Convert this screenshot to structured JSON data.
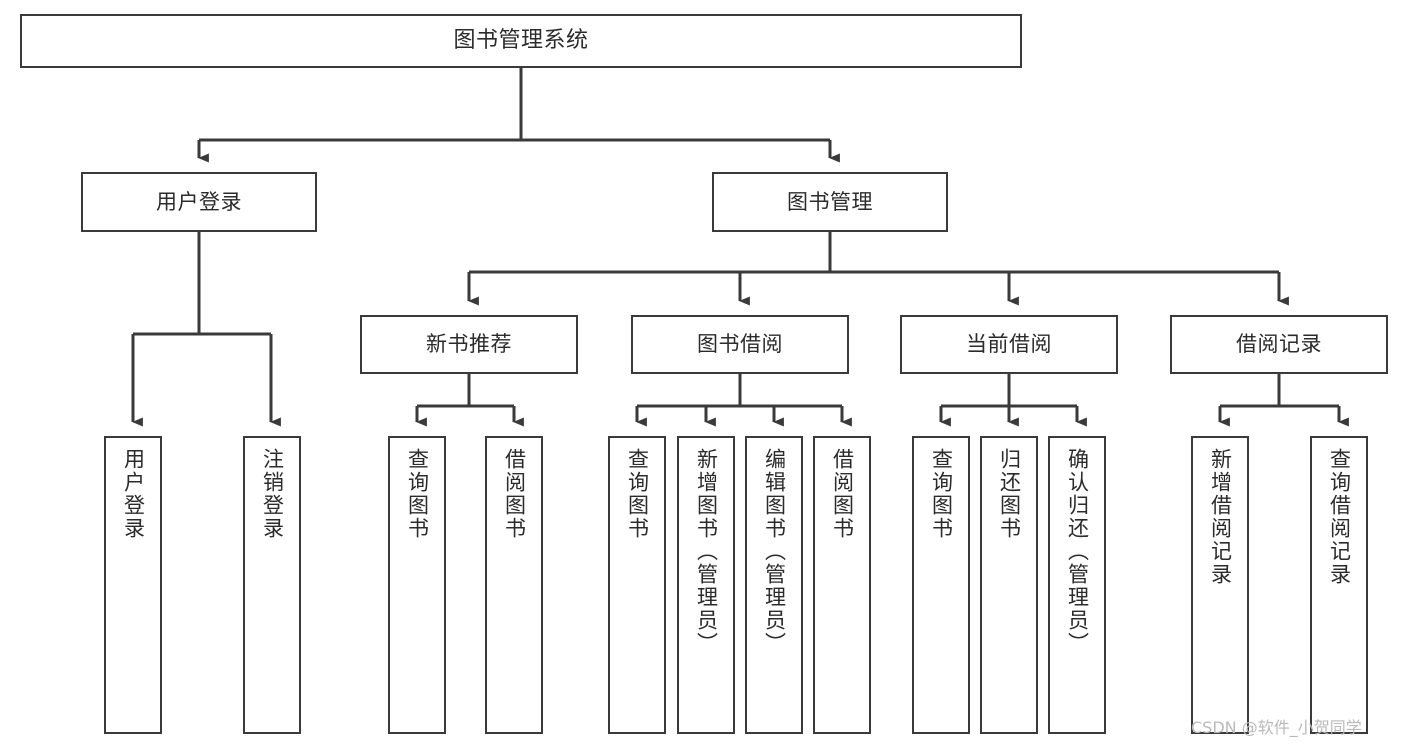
{
  "diagram": {
    "title": "图书管理系统",
    "type": "tree",
    "style": {
      "box_border_color": "#3a3a3a",
      "box_fill_color": "#ffffff",
      "line_color": "#3a3a3a",
      "text_color": "#2b2b2b",
      "background": "#ffffff"
    },
    "nodes": {
      "root": {
        "label": "图书管理系统"
      },
      "level2": [
        {
          "label": "用户登录"
        },
        {
          "label": "图书管理"
        }
      ],
      "level3": [
        {
          "label": "新书推荐"
        },
        {
          "label": "图书借阅"
        },
        {
          "label": "当前借阅"
        },
        {
          "label": "借阅记录"
        }
      ],
      "leaves_user_login": [
        {
          "label": "用户登录"
        },
        {
          "label": "注销登录"
        }
      ],
      "leaves_new_books": [
        {
          "label": "查询图书"
        },
        {
          "label": "借阅图书"
        }
      ],
      "leaves_borrow": [
        {
          "label": "查询图书"
        },
        {
          "label": "新增图书（管理员）"
        },
        {
          "label": "编辑图书（管理员）"
        },
        {
          "label": "借阅图书"
        }
      ],
      "leaves_current": [
        {
          "label": "查询图书"
        },
        {
          "label": "归还图书"
        },
        {
          "label": "确认归还（管理员）"
        }
      ],
      "leaves_records": [
        {
          "label": "新增借阅记录"
        },
        {
          "label": "查询借阅记录"
        }
      ]
    },
    "watermark": "CSDN @软件_小贺同学"
  }
}
